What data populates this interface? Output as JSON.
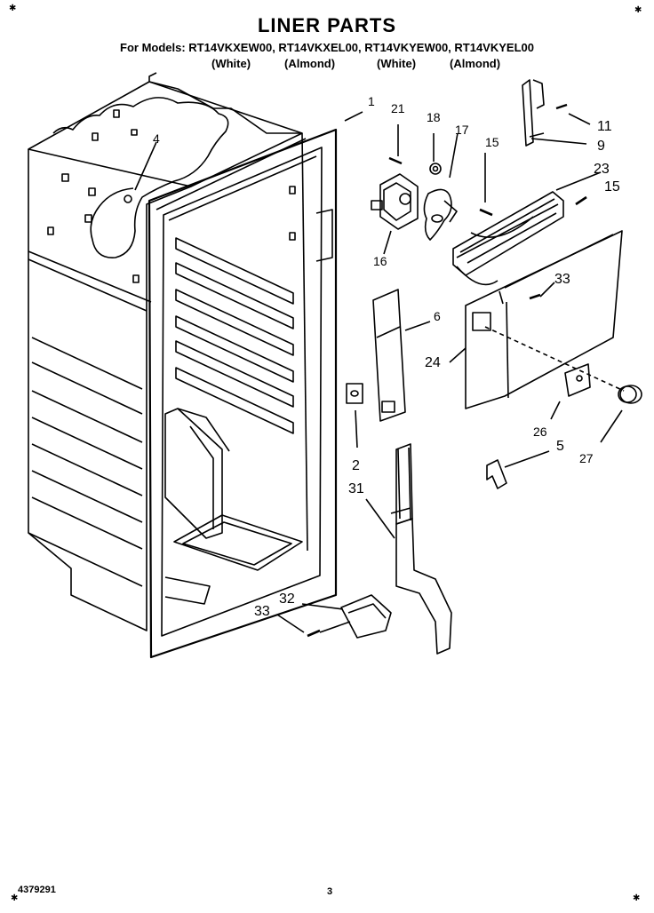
{
  "header": {
    "title": "LINER PARTS",
    "models_line": "For Models: RT14VKXEW00, RT14VKXEL00, RT14VKYEW00, RT14VKYEL00",
    "variants": [
      "(White)",
      "(Almond)",
      "(White)",
      "(Almond)"
    ]
  },
  "callouts": [
    "1",
    "4",
    "21",
    "18",
    "17",
    "15",
    "11",
    "9",
    "23",
    "15",
    "16",
    "33",
    "6",
    "24",
    "2",
    "26",
    "5",
    "27",
    "31",
    "32",
    "33"
  ],
  "footer": {
    "part_number": "4379291",
    "page_number": "3"
  },
  "icons": [
    "star-icon",
    "star-icon",
    "star-icon",
    "star-icon"
  ]
}
